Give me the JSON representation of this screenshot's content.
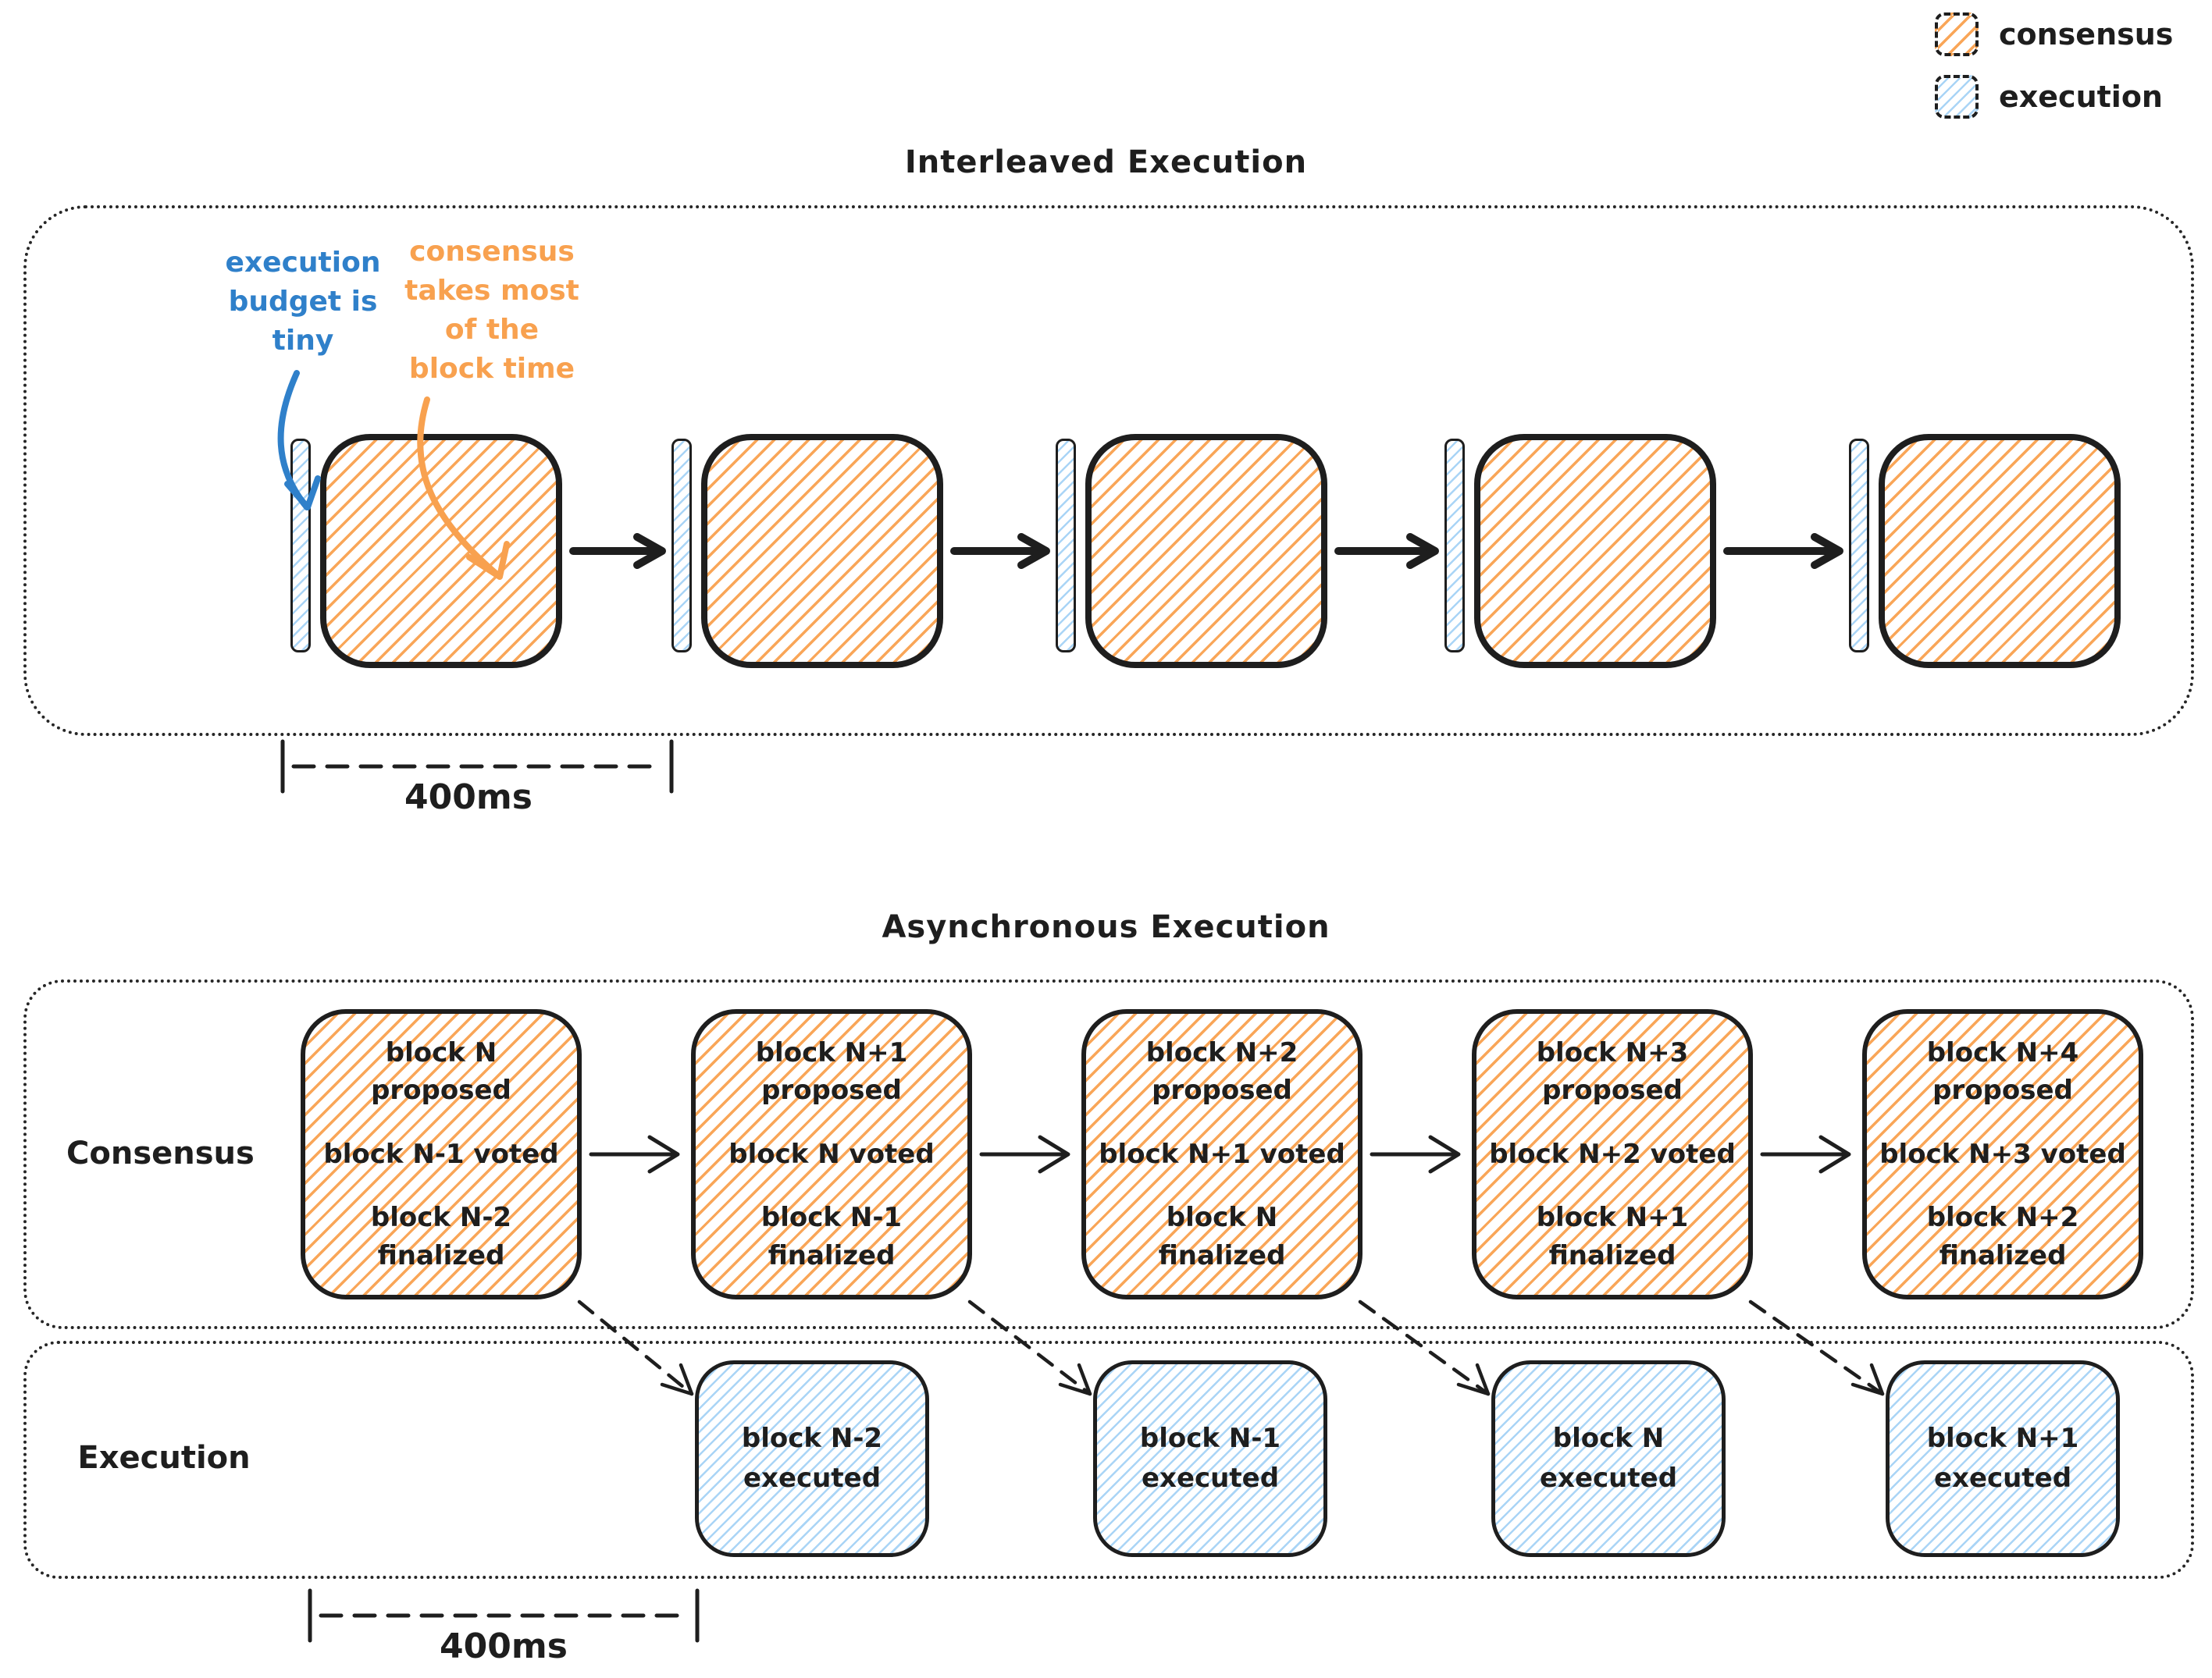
{
  "colors": {
    "stroke": "#1e1e1e",
    "consensus_hatch": "#f9a14f",
    "execution_hatch": "#a0d0f5",
    "annotation_blue": "#2f80ca",
    "annotation_orange": "#f8a14f"
  },
  "legend": {
    "consensus_label": "consensus",
    "execution_label": "execution"
  },
  "interleaved": {
    "title": "Interleaved Execution",
    "execution_annotation": {
      "lines": [
        "execution",
        "budget is",
        "tiny"
      ]
    },
    "consensus_annotation": {
      "lines": [
        "consensus",
        "takes most",
        "of the",
        "block time"
      ]
    },
    "measurement": "400ms"
  },
  "asynchronous": {
    "title": "Asynchronous Execution",
    "consensus_row_label": "Consensus",
    "execution_row_label": "Execution",
    "consensus_blocks": [
      {
        "proposed_line1": "block N",
        "proposed_line2": "proposed",
        "voted": "block N-1 voted",
        "finalized_line1": "block N-2",
        "finalized_line2": "finalized"
      },
      {
        "proposed_line1": "block N+1",
        "proposed_line2": "proposed",
        "voted": "block N voted",
        "finalized_line1": "block N-1",
        "finalized_line2": "finalized"
      },
      {
        "proposed_line1": "block N+2",
        "proposed_line2": "proposed",
        "voted": "block N+1 voted",
        "finalized_line1": "block N",
        "finalized_line2": "finalized"
      },
      {
        "proposed_line1": "block N+3",
        "proposed_line2": "proposed",
        "voted": "block N+2 voted",
        "finalized_line1": "block N+1",
        "finalized_line2": "finalized"
      },
      {
        "proposed_line1": "block N+4",
        "proposed_line2": "proposed",
        "voted": "block N+3 voted",
        "finalized_line1": "block N+2",
        "finalized_line2": "finalized"
      }
    ],
    "execution_blocks": [
      {
        "line1": "block N-2",
        "line2": "executed"
      },
      {
        "line1": "block N-1",
        "line2": "executed"
      },
      {
        "line1": "block N",
        "line2": "executed"
      },
      {
        "line1": "block N+1",
        "line2": "executed"
      }
    ],
    "measurement": "400ms"
  }
}
